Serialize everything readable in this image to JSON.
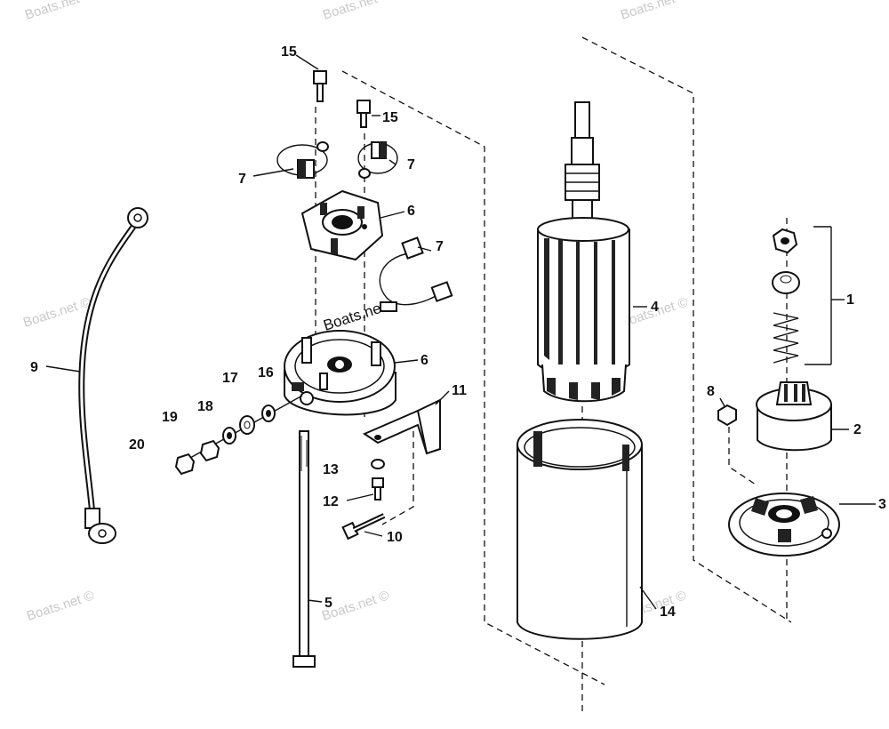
{
  "watermark": "Boats.net ©",
  "watermark_center": "Boats.net",
  "callouts": {
    "c1": "1",
    "c2": "2",
    "c3": "3",
    "c4": "4",
    "c5": "5",
    "c6a": "6",
    "c6b": "6",
    "c7a": "7",
    "c7b": "7",
    "c7c": "7",
    "c8": "8",
    "c9": "9",
    "c10": "10",
    "c11": "11",
    "c12": "12",
    "c13": "13",
    "c14": "14",
    "c15a": "15",
    "c15b": "15",
    "c16": "16",
    "c17": "17",
    "c18": "18",
    "c19": "19",
    "c20": "20"
  },
  "colors": {
    "ink": "#111111",
    "watermark": "#c9c9c9"
  }
}
